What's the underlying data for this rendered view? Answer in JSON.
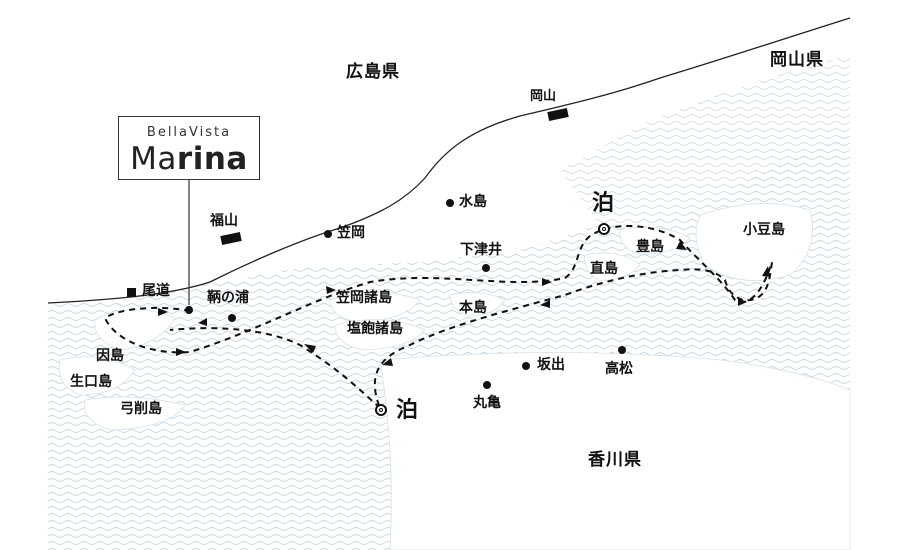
{
  "prefectures": {
    "hiroshima": "広島県",
    "okayama": "岡山県",
    "kagawa": "香川県"
  },
  "logo": {
    "top": "BellaVista",
    "main_regular": "Ma",
    "main_bold": "rina"
  },
  "stations": {
    "fukuyama": "福山",
    "okayama": "岡山"
  },
  "places": {
    "onomichi": "尾道",
    "tomonoura": "鞆の浦",
    "kasaoka": "笠岡",
    "mizushima": "水島",
    "shimotsui": "下津井",
    "kasaoka_islands": "笠岡諸島",
    "shiwaku_islands": "塩飽諸島",
    "honjima": "本島",
    "naoshima": "直島",
    "teshima": "豊島",
    "shodoshima": "小豆島",
    "innoshima": "因島",
    "ikuchijima": "生口島",
    "yugeshima": "弓削島",
    "sakaide": "坂出",
    "takamatsu": "高松",
    "marugame": "丸亀"
  },
  "overnight": {
    "north": "泊",
    "south": "泊"
  },
  "colors": {
    "ink": "#111111",
    "sea_wave": "#c9d7e3"
  }
}
